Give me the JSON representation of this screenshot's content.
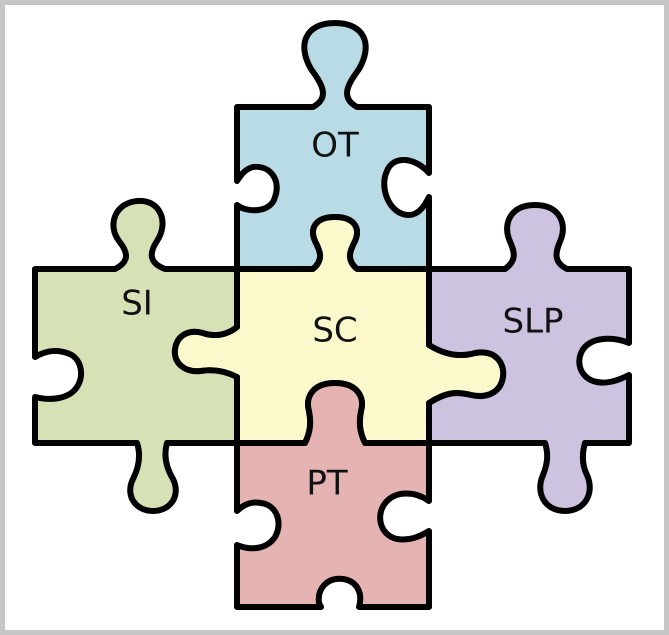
{
  "pieces": {
    "ot": {
      "label": "OT",
      "color": "#b8dbe6"
    },
    "si": {
      "label": "SI",
      "color": "#d6e1b6"
    },
    "sc": {
      "label": "SC",
      "color": "#fbf8cc"
    },
    "slp": {
      "label": "SLP",
      "color": "#cdc3e1"
    },
    "pt": {
      "label": "PT",
      "color": "#e6b3b3"
    }
  },
  "frame": {
    "border_color": "#c6c6c6",
    "outline_color": "#000000"
  }
}
